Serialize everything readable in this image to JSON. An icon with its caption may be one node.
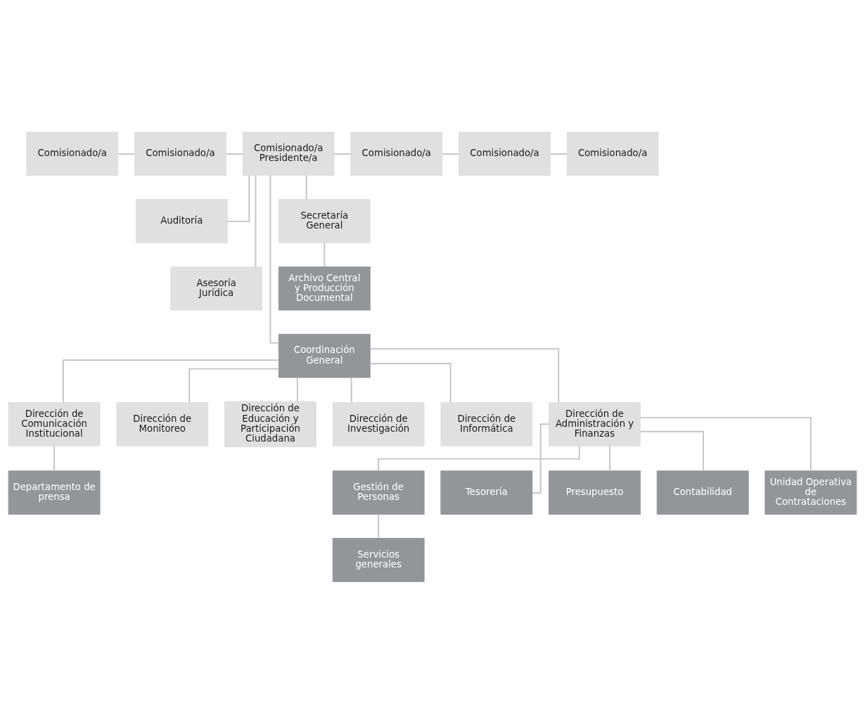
{
  "diagram": {
    "nodes": [
      {
        "text": [
          "Comisionado/a"
        ]
      },
      {
        "text": [
          "Comisionado/a"
        ]
      },
      {
        "text": [
          "Comisionado/a Presidente/a"
        ]
      },
      {
        "text": [
          "Comisionado/a"
        ]
      },
      {
        "text": [
          "Comisionado/a"
        ]
      },
      {
        "text": [
          "Comisionado/a"
        ]
      },
      {
        "text": [
          "Auditoría"
        ]
      },
      {
        "text": [
          "Secretaría General"
        ]
      },
      {
        "text": [
          "Archivo Central y Producción Documental"
        ]
      },
      {
        "text": [
          "Asesoría Jurídica"
        ]
      },
      {
        "text": [
          "Coordinación General"
        ]
      },
      {
        "text": [
          "Dirección de Comunicación Institucional"
        ]
      },
      {
        "text": [
          "Dirección de Monitoreo"
        ]
      },
      {
        "text": [
          "Dirección de Educación y Participación Ciudadana"
        ]
      },
      {
        "text": [
          "Dirección de Investigación"
        ]
      },
      {
        "text": [
          "Dirección de Informática"
        ]
      },
      {
        "text": [
          "Dirección de Administración y Finanzas"
        ]
      },
      {
        "text": [
          "Departamento de prensa"
        ]
      },
      {
        "text": [
          "Gestión de Personas"
        ]
      },
      {
        "text": [
          "Tesorería"
        ]
      },
      {
        "text": [
          "Presupuesto"
        ]
      },
      {
        "text": [
          "Contabilidad"
        ]
      },
      {
        "text": [
          "Unidad Operativa de Contrataciones"
        ]
      },
      {
        "text": [
          "Servicios generales"
        ]
      }
    ],
    "edges": [
      {
        "from": 0,
        "to": 1,
        "arrow": "none"
      },
      {
        "from": 1,
        "to": 2,
        "arrow": "none"
      },
      {
        "from": 2,
        "to": 3,
        "arrow": "none"
      },
      {
        "from": 3,
        "to": 4,
        "arrow": "none"
      },
      {
        "from": 4,
        "to": 5,
        "arrow": "none"
      },
      {
        "from": 2,
        "to": 6,
        "arrow": "none"
      },
      {
        "from": 2,
        "to": 7,
        "arrow": "none"
      },
      {
        "from": 7,
        "to": 8,
        "arrow": "none"
      },
      {
        "from": 2,
        "to": 9,
        "arrow": "none"
      },
      {
        "from": 2,
        "to": 10,
        "arrow": "none"
      },
      {
        "from": 10,
        "to": 11,
        "arrow": "none"
      },
      {
        "from": 10,
        "to": 12,
        "arrow": "none"
      },
      {
        "from": 10,
        "to": 13,
        "arrow": "none"
      },
      {
        "from": 10,
        "to": 14,
        "arrow": "none"
      },
      {
        "from": 10,
        "to": 15,
        "arrow": "none"
      },
      {
        "from": 10,
        "to": 16,
        "arrow": "none"
      },
      {
        "from": 11,
        "to": 17,
        "arrow": "none"
      },
      {
        "from": 16,
        "to": 18,
        "arrow": "none"
      },
      {
        "from": 16,
        "to": 19,
        "arrow": "none"
      },
      {
        "from": 16,
        "to": 20,
        "arrow": "none"
      },
      {
        "from": 16,
        "to": 21,
        "arrow": "none"
      },
      {
        "from": 16,
        "to": 22,
        "arrow": "none"
      },
      {
        "from": 18,
        "to": 23,
        "arrow": "none"
      }
    ]
  }
}
